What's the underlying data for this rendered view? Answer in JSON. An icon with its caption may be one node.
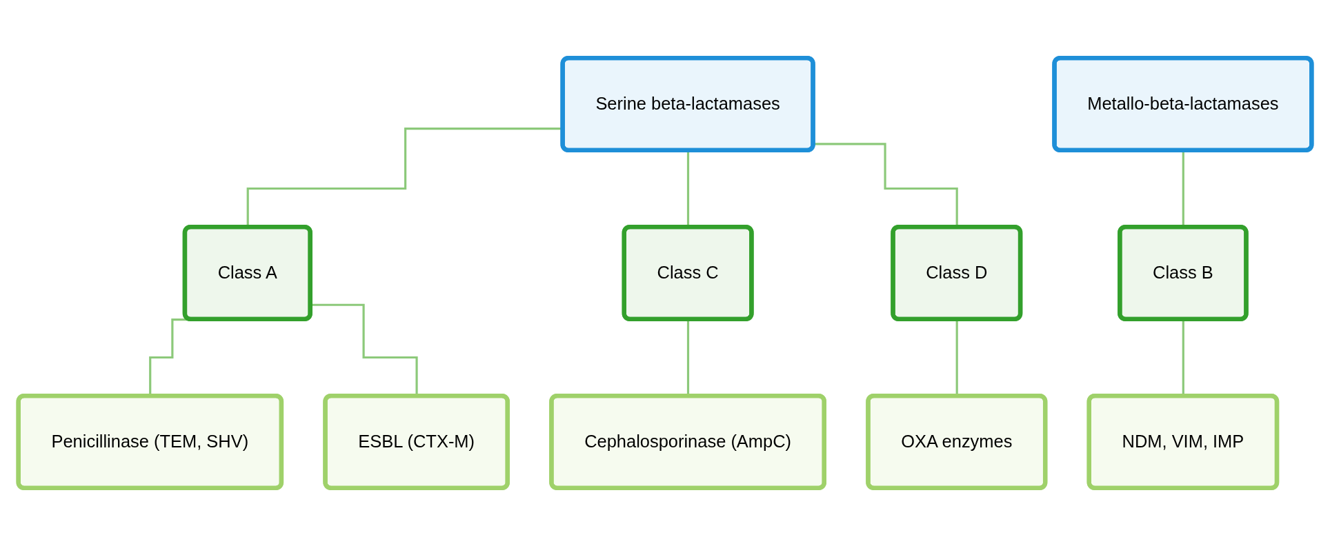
{
  "diagram": {
    "nodes": [
      {
        "text": [
          "Serine beta-lactamases"
        ]
      },
      {
        "text": [
          "Class A"
        ]
      },
      {
        "text": [
          "Class C"
        ]
      },
      {
        "text": [
          "Class D"
        ]
      },
      {
        "text": [
          "Penicillinase (TEM, SHV)"
        ]
      },
      {
        "text": [
          "ESBL (CTX-M)"
        ]
      },
      {
        "text": [
          "Cephalosporinase (AmpC)"
        ]
      },
      {
        "text": [
          "OXA enzymes"
        ]
      },
      {
        "text": [
          "Metallo-beta-lactamases"
        ]
      },
      {
        "text": [
          "Class B"
        ]
      },
      {
        "text": [
          "NDM, VIM, IMP"
        ]
      }
    ],
    "edges": [
      {
        "from": 0,
        "to": 1,
        "arrow": "none"
      },
      {
        "from": 0,
        "to": 2,
        "arrow": "none"
      },
      {
        "from": 0,
        "to": 3,
        "arrow": "none"
      },
      {
        "from": 1,
        "to": 4,
        "arrow": "none"
      },
      {
        "from": 1,
        "to": 5,
        "arrow": "none"
      },
      {
        "from": 2,
        "to": 6,
        "arrow": "none"
      },
      {
        "from": 3,
        "to": 7,
        "arrow": "none"
      },
      {
        "from": 8,
        "to": 9,
        "arrow": "none"
      },
      {
        "from": 9,
        "to": 10,
        "arrow": "none"
      }
    ]
  }
}
